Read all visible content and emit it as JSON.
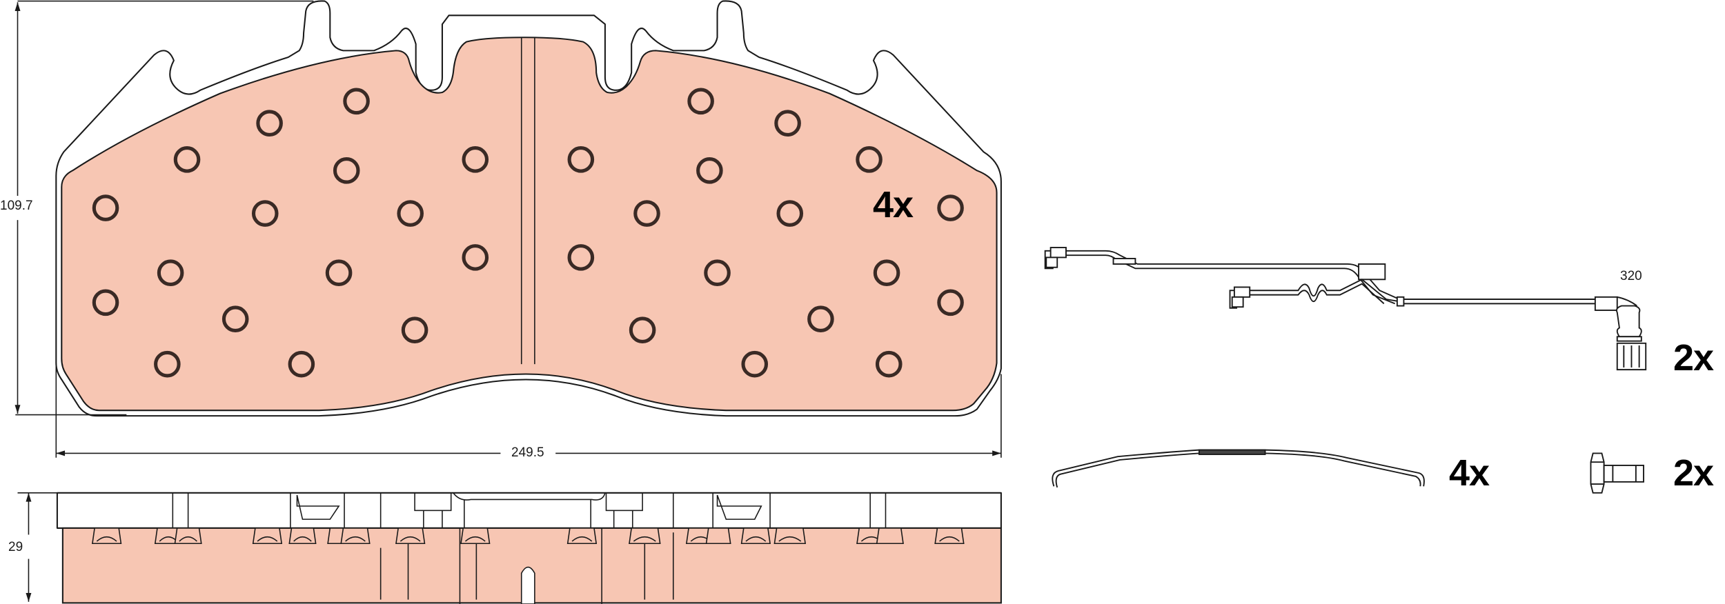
{
  "product": {
    "description": "Truck brake pad set technical drawing with wear sensor, retaining clips and bolts",
    "colors": {
      "friction_material": "#f7c6b3",
      "outline": "#1a1a1a",
      "background": "#ffffff"
    }
  },
  "front_view": {
    "height_dimension": "109.7",
    "width_dimension": "249.5",
    "pad_quantity": "4x",
    "left_half_holes": 16,
    "right_half_holes": 16
  },
  "side_view": {
    "thickness_dimension": "29"
  },
  "wear_sensor": {
    "length_dimension": "320",
    "quantity": "2x"
  },
  "retaining_clip": {
    "quantity": "4x"
  },
  "bolt": {
    "quantity": "2x"
  }
}
